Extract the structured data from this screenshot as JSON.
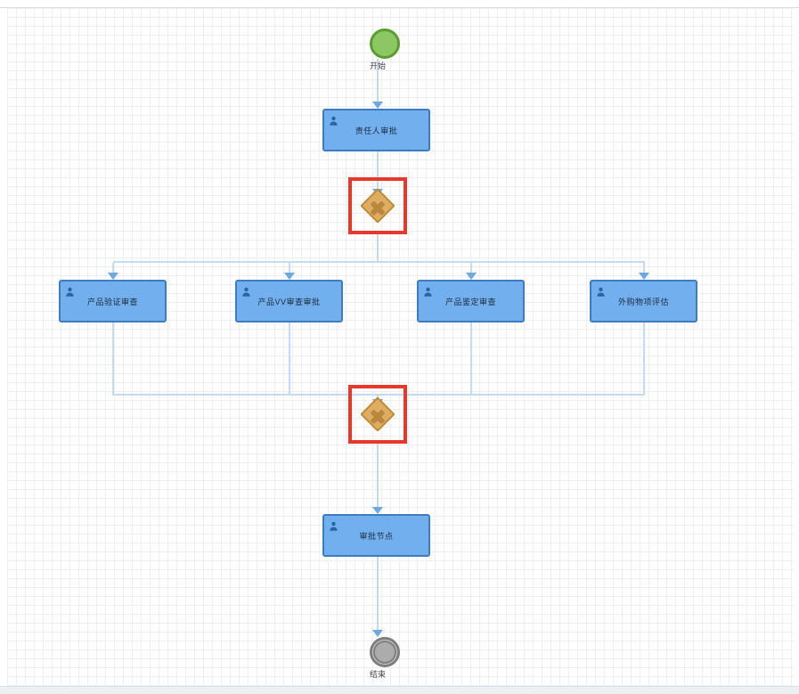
{
  "canvas": {
    "background": "#ffffff",
    "grid_color": "#efefef",
    "connector_color": "#c3daf1",
    "arrowhead_color": "#6fa8e0",
    "selection_color": "#e8382b"
  },
  "nodes": {
    "start": {
      "type": "start-event",
      "label": "开始",
      "fill": "#8cc763",
      "border": "#5a9c32"
    },
    "task_owner": {
      "type": "user-task",
      "label": "责任人审批",
      "fill": "#72afef",
      "border": "#3e7cc1"
    },
    "gateway_split": {
      "type": "exclusive-gateway",
      "selected": true,
      "fill": "#dfac63",
      "border": "#be8a35"
    },
    "task_verify": {
      "type": "user-task",
      "label": "产品验证审查"
    },
    "task_vv": {
      "type": "user-task",
      "label": "产品VV审查审批"
    },
    "task_appraisal": {
      "type": "user-task",
      "label": "产品鉴定审查"
    },
    "task_procure": {
      "type": "user-task",
      "label": "外购物项评估"
    },
    "gateway_join": {
      "type": "exclusive-gateway",
      "selected": true,
      "fill": "#dfac63",
      "border": "#be8a35"
    },
    "task_approval": {
      "type": "user-task",
      "label": "审批节点"
    },
    "end": {
      "type": "end-event",
      "label": "结束",
      "fill": "#acacac",
      "border": "#7e7e7e"
    }
  }
}
